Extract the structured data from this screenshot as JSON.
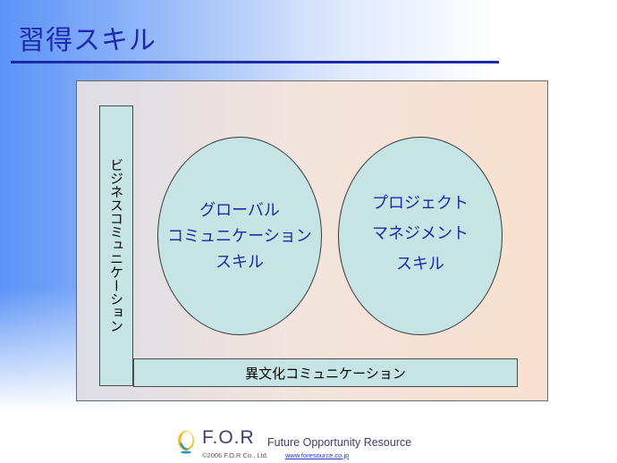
{
  "slide": {
    "title": "習得スキル"
  },
  "diagram": {
    "vertical_bar_label": "ビジネスコミュニケーション",
    "horizontal_bar_label": "異文化コミュニケーション",
    "circle_left": {
      "line1": "グローバル",
      "line2": "コミュニケーション",
      "line3": "スキル"
    },
    "circle_right": {
      "line1": "プロジェクト",
      "line2": "マネジメント",
      "line3": "スキル"
    },
    "colors": {
      "box_fill": "#c6e4e4",
      "circle_text": "#1d2aa8"
    }
  },
  "footer": {
    "logo_icon": "for-logo-icon",
    "brand": "F.O.R",
    "tagline": "Future Opportunity Resource",
    "copyright": "©2006 F.O.R Co., Ltd.",
    "url": "www.foresource.co.jp"
  }
}
